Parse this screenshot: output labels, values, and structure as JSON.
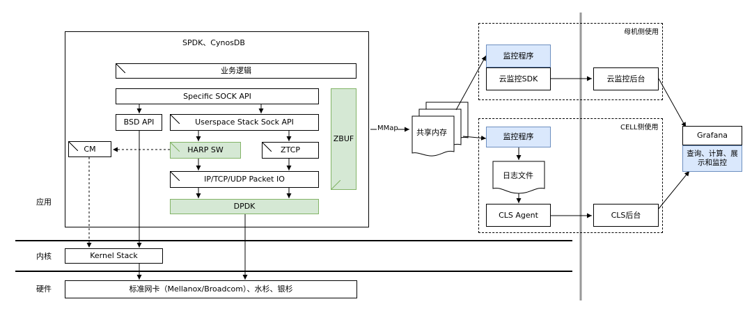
{
  "layers": {
    "app": "应用",
    "kernel": "内核",
    "hardware": "硬件"
  },
  "app_group_title": "SPDK、CynosDB",
  "nodes": {
    "business_logic": "业务逻辑",
    "specific_sock_api": "Specific SOCK API",
    "bsd_api": "BSD API",
    "userspace_sock_api": "Userspace Stack Sock API",
    "cm": "CM",
    "harp_sw": "HARP SW",
    "ztcp": "ZTCP",
    "packet_io": "IP/TCP/UDP Packet IO",
    "dpdk": "DPDK",
    "zbuf": "ZBUF",
    "kernel_stack": "Kernel Stack",
    "nic": "标准网卡（Mellanox/Broadcom）、水杉、银杉",
    "shared_mem": "共享内存",
    "mmap_label": "MMap",
    "host_group_title": "母机侧使用",
    "host_monitor_program": "监控程序",
    "cloud_monitor_sdk": "云监控SDK",
    "cloud_monitor_backend": "云监控后台",
    "cell_group_title": "CELL侧使用",
    "cell_monitor_program": "监控程序",
    "log_file": "日志文件",
    "cls_agent": "CLS Agent",
    "cls_backend": "CLS后台",
    "grafana": "Grafana",
    "grafana_desc": "查询、计算、展示和监控"
  },
  "colors": {
    "green_fill": "#d5e8d4",
    "green_stroke": "#82b366",
    "blue_fill": "#dae8fc",
    "blue_stroke": "#6c8ebf",
    "divider": "#999999"
  }
}
